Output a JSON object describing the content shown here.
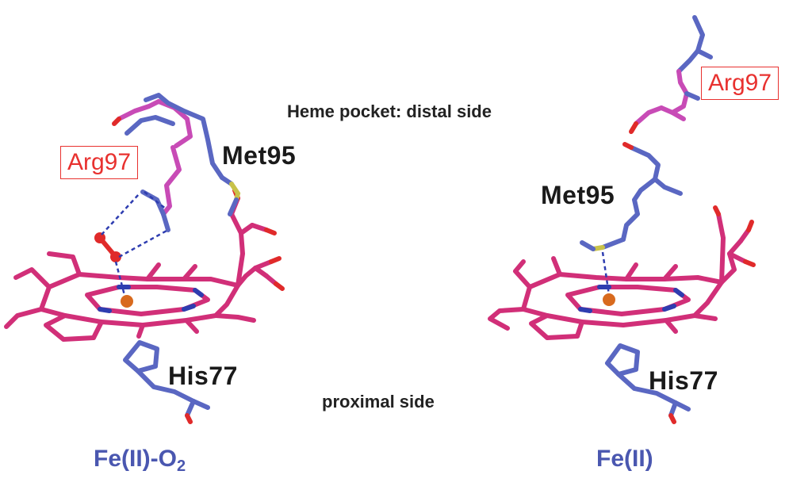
{
  "headings": {
    "distal": "Heme pocket: distal side",
    "proximal": "proximal side"
  },
  "left_panel": {
    "arg_label": "Arg97",
    "met_label": "Met95",
    "his_label": "His77",
    "state_prefix": "Fe(II)-O",
    "state_subscript": "2"
  },
  "right_panel": {
    "arg_label": "Arg97",
    "met_label": "Met95",
    "his_label": "His77",
    "state_label": "Fe(II)"
  },
  "colors": {
    "heme": "#d12f78",
    "protein": "#5a67c2",
    "nitrogen": "#2e3db0",
    "oxygen": "#e02a2a",
    "sulfur": "#c8c24a",
    "iron": "#d86a1e",
    "hbond": "#2e3db0",
    "label_red": "#e8312f",
    "label_blue": "#4a57b0"
  }
}
